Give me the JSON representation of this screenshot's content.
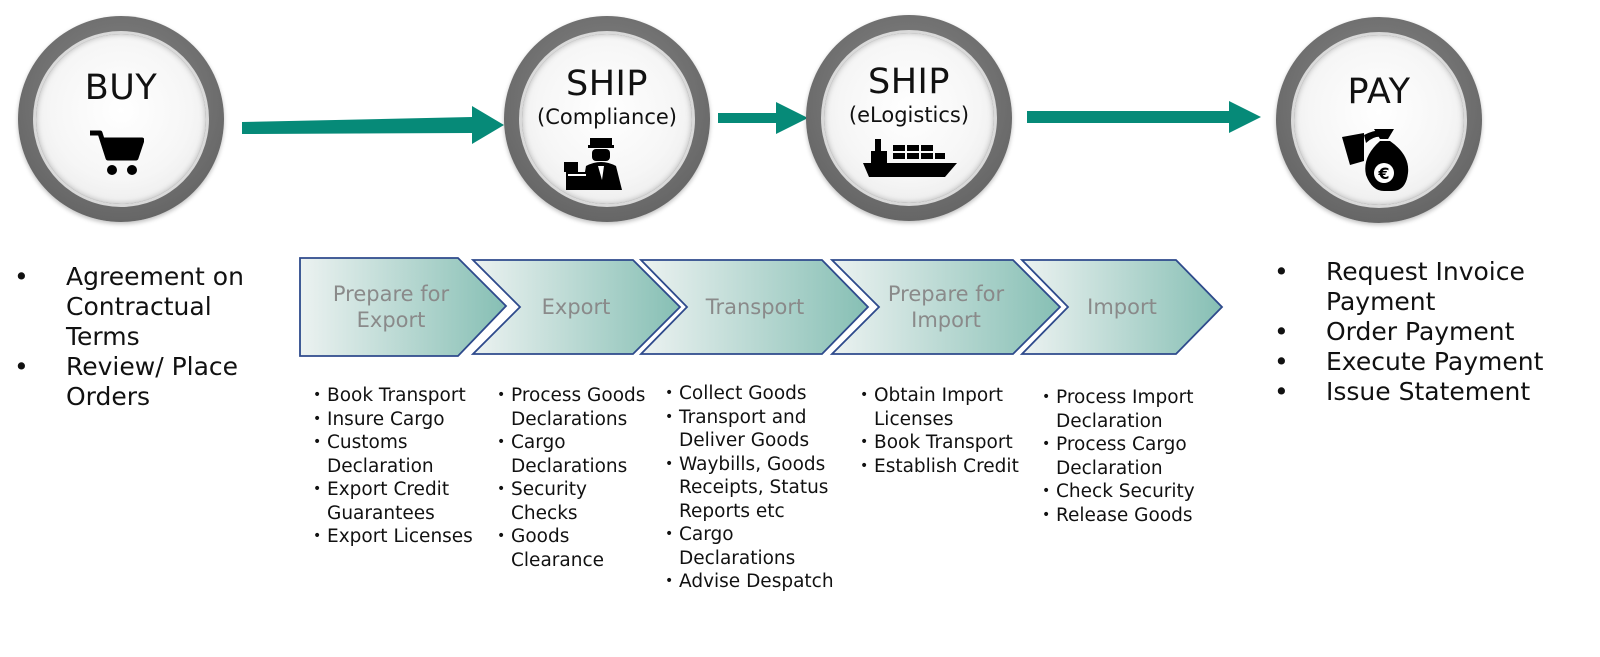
{
  "colors": {
    "arrow": "#068A78",
    "ring": "#6e6e6e",
    "chevron_border": "#2E4A8C",
    "chevron_fill_light": "#ECF2F1",
    "chevron_fill_dark": "#86BFB4",
    "chevron_text": "#8a8a8a"
  },
  "stages": [
    {
      "title": "BUY",
      "subtitle": "",
      "icon": "shopping-cart-icon"
    },
    {
      "title": "SHIP",
      "subtitle": "(Compliance)",
      "icon": "customs-officer-icon"
    },
    {
      "title": "SHIP",
      "subtitle": "(eLogistics)",
      "icon": "cargo-ship-icon"
    },
    {
      "title": "PAY",
      "subtitle": "",
      "icon": "euro-money-bag-icon"
    }
  ],
  "buy_list": [
    "Agreement on Contractual Terms",
    "Review/ Place Orders"
  ],
  "pay_list": [
    "Request Invoice Payment",
    "Order Payment",
    "Execute Payment",
    "Issue Statement"
  ],
  "process_steps": [
    {
      "label": "Prepare for Export",
      "items": [
        "Book Transport",
        "Insure Cargo",
        "Customs Declaration",
        "Export Credit Guarantees",
        "Export Licenses"
      ]
    },
    {
      "label": "Export",
      "items": [
        "Process Goods Declarations",
        "Cargo Declarations",
        "Security Checks",
        "Goods Clearance"
      ]
    },
    {
      "label": "Transport",
      "items": [
        "Collect Goods",
        "Transport and Deliver Goods",
        "Waybills, Goods Receipts, Status Reports etc",
        "Cargo Declarations",
        "Advise Despatch"
      ]
    },
    {
      "label": "Prepare for Import",
      "items": [
        "Obtain Import Licenses",
        "Book Transport",
        "Establish Credit"
      ]
    },
    {
      "label": "Import",
      "items": [
        "Process Import Declaration",
        "Process Cargo Declaration",
        "Check Security",
        "Release Goods"
      ]
    }
  ]
}
